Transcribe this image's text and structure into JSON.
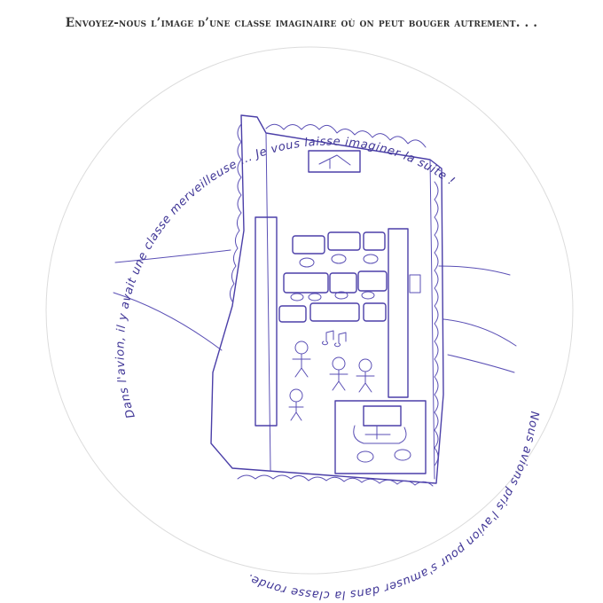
{
  "header": {
    "title": "Envoyez-nous l’image d’une classe imaginaire où on peut bouger autrement. . ."
  },
  "handwriting": {
    "arc_top": "Dans l'avion, il y avait une classe merveilleuse ... Je vous laisse imaginer la suite !",
    "arc_bottom": "Nous avions pris l'avion pour s'amuser dans la classe ronde."
  },
  "colors": {
    "ink": "#4b3fa8",
    "header_text": "#333333",
    "background": "#ffffff"
  }
}
